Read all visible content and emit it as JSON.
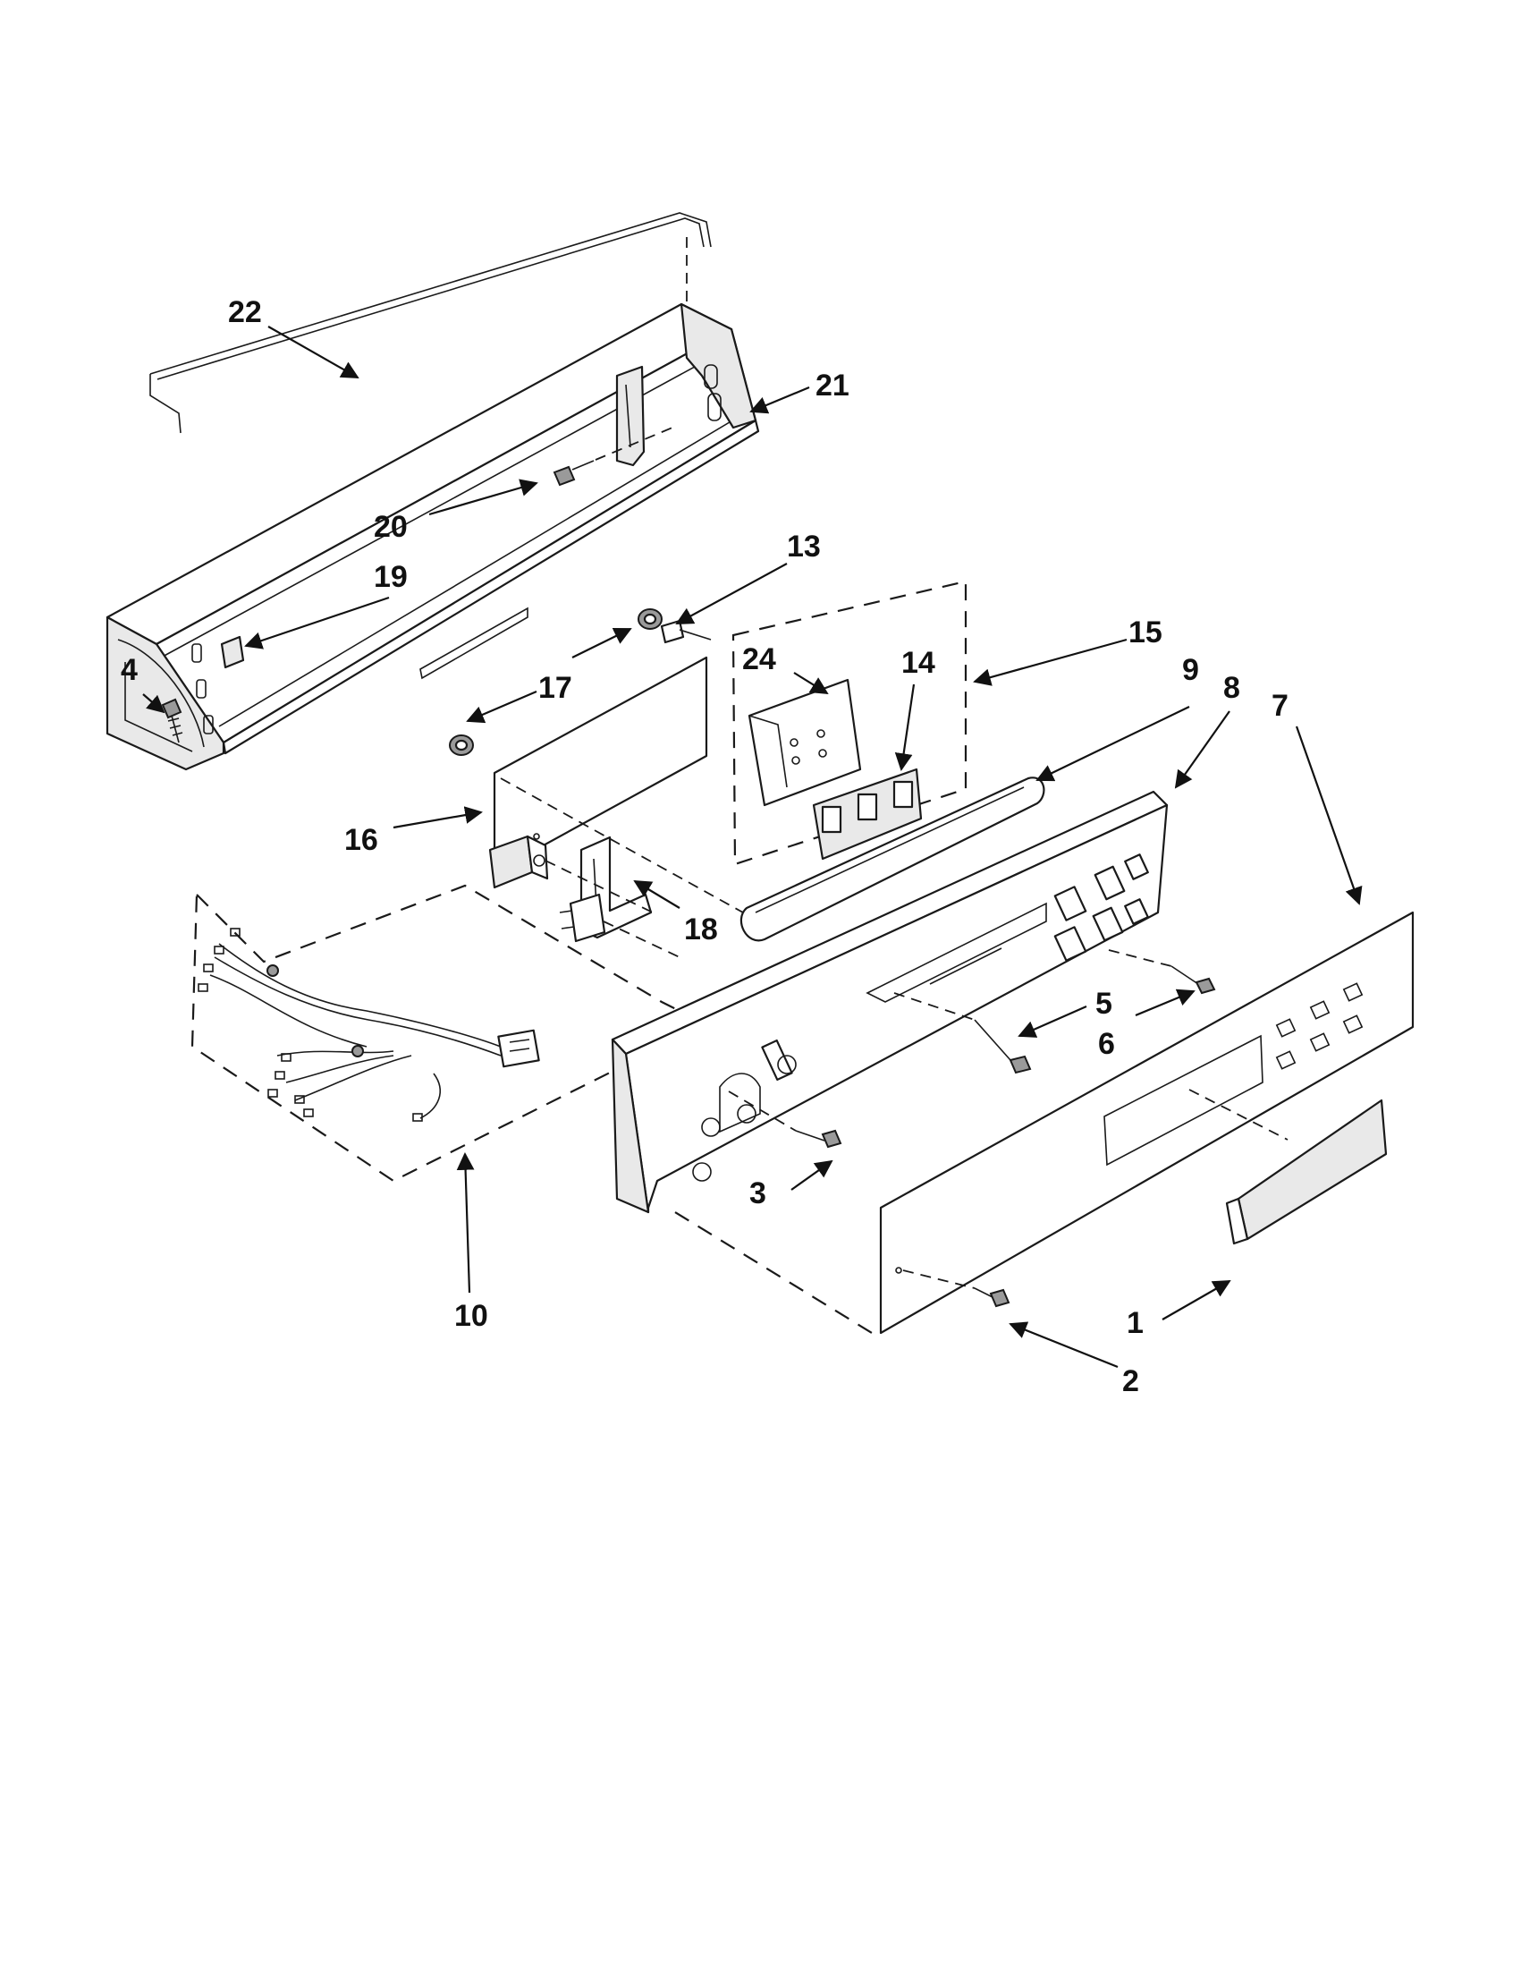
{
  "callouts": {
    "c1": "1",
    "c2": "2",
    "c3": "3",
    "c4": "4",
    "c5": "5",
    "c6": "6",
    "c7": "7",
    "c8": "8",
    "c9": "9",
    "c10": "10",
    "c13": "13",
    "c14": "14",
    "c15": "15",
    "c16": "16",
    "c17": "17",
    "c18": "18",
    "c19": "19",
    "c20": "20",
    "c21": "21",
    "c22": "22",
    "c24": "24"
  },
  "colors": {
    "line": "#1a1a1a",
    "fill": "#ffffff",
    "shade": "#e9e9e9"
  }
}
